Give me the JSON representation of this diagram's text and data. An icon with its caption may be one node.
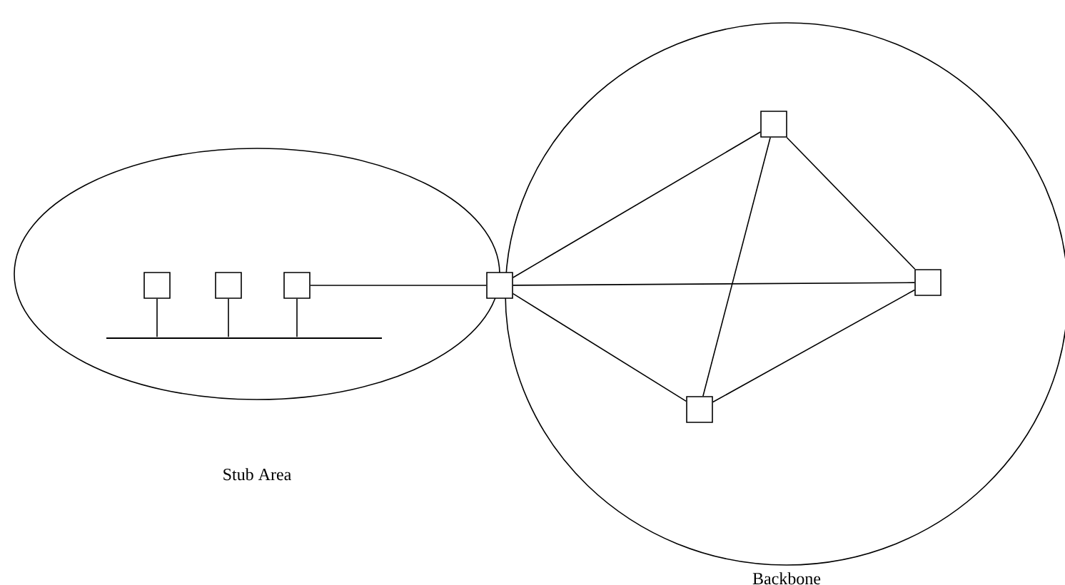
{
  "diagram": {
    "nodes": [
      {
        "text": [
          "Stub Area"
        ]
      },
      {
        "text": [],
        "shape": "box",
        "in": 0
      },
      {
        "text": [],
        "shape": "box",
        "in": 0
      },
      {
        "text": [],
        "shape": "box",
        "in": 0
      },
      {
        "text": [],
        "shape": "bar",
        "in": 0
      },
      {
        "text": [],
        "shape": "box"
      },
      {
        "text": [
          "Backbone"
        ]
      },
      {
        "text": [],
        "shape": "box",
        "in": 6
      },
      {
        "text": [],
        "shape": "box",
        "in": 6
      },
      {
        "text": [],
        "shape": "box",
        "in": 6
      }
    ],
    "edges": [
      {
        "from": 1,
        "to": 4,
        "arrow": "none"
      },
      {
        "from": 2,
        "to": 4,
        "arrow": "none"
      },
      {
        "from": 3,
        "to": 4,
        "arrow": "none"
      },
      {
        "from": 3,
        "to": 5,
        "arrow": "none"
      },
      {
        "from": 5,
        "to": 7,
        "arrow": "none"
      },
      {
        "from": 5,
        "to": 8,
        "arrow": "none"
      },
      {
        "from": 5,
        "to": 9,
        "arrow": "none"
      },
      {
        "from": 7,
        "to": 8,
        "arrow": "none"
      },
      {
        "from": 7,
        "to": 9,
        "arrow": "none"
      },
      {
        "from": 9,
        "to": 8,
        "arrow": "none"
      }
    ]
  }
}
